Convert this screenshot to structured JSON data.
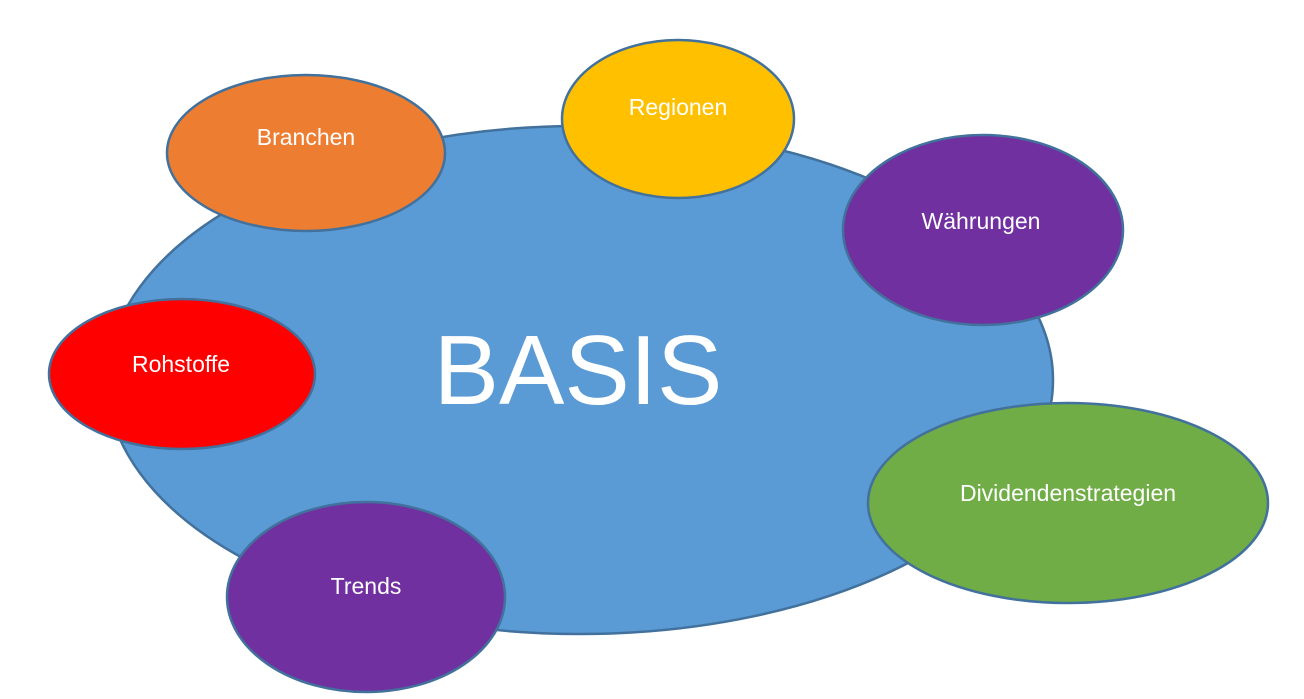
{
  "diagram": {
    "center": {
      "label": "BASIS",
      "color": "#5B9BD5"
    },
    "outline_color": "#41719C",
    "bubbles": [
      {
        "id": "branchen",
        "label": "Branchen",
        "color": "#ED7D31"
      },
      {
        "id": "regionen",
        "label": "Regionen",
        "color": "#FFC000"
      },
      {
        "id": "waehrungen",
        "label": "Währungen",
        "color": "#7030A0"
      },
      {
        "id": "rohstoffe",
        "label": "Rohstoffe",
        "color": "#FF0000"
      },
      {
        "id": "dividendenstrategien",
        "label": "Dividendenstrategien",
        "color": "#70AD47"
      },
      {
        "id": "trends",
        "label": "Trends",
        "color": "#7030A0"
      }
    ]
  }
}
